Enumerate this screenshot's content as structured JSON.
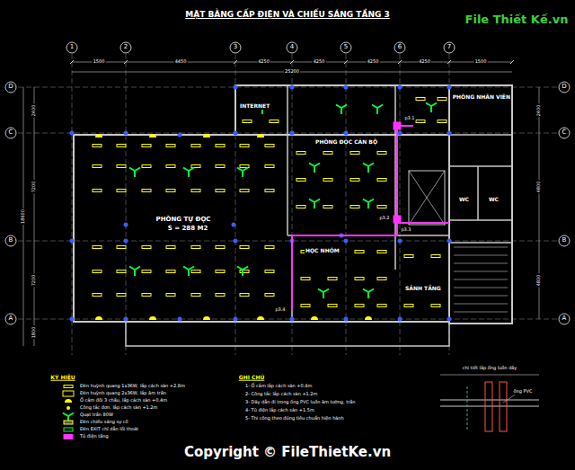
{
  "diagram": {
    "title": "MẶT BẰNG CẤP ĐIỆN VÀ CHIẾU SÁNG TẦNG 3",
    "nodes": [
      {
        "text": [
          "INTERNET"
        ]
      },
      {
        "text": [
          "PHÒNG ĐỌC CÁN BỘ"
        ]
      },
      {
        "text": [
          "PHÒNG NHÂN VIÊN"
        ]
      },
      {
        "text": [
          "PHÒNG TỰ ĐỌC",
          "S = 288 M2"
        ]
      },
      {
        "text": [
          "HỌC NHÓM"
        ]
      },
      {
        "text": [
          "SẢNH TẦNG"
        ]
      },
      {
        "text": [
          "WC"
        ]
      },
      {
        "text": [
          "WC"
        ]
      }
    ],
    "labels": [
      "1",
      "2",
      "3",
      "4",
      "5",
      "6",
      "7",
      "D",
      "C",
      "B",
      "A",
      "D",
      "C",
      "B",
      "A",
      "1500",
      "4450",
      "4250",
      "4250",
      "4250",
      "4250",
      "1500",
      "25200",
      "2400",
      "7200",
      "7200",
      "1800",
      "18600",
      "2400",
      "4800",
      "4800",
      "p3.1",
      "p3.2",
      "p3.3",
      "p3.4",
      "KÝ HIỆU",
      "GHI CHÚ",
      "1- Ổ cắm lắp cách sàn +0.4m",
      "2- Công tắc lắp cách sàn +1.2m",
      "3- Dây dẫn đi trong ống PVC luồn âm tường, trần",
      "4- Tủ điện lắp cách sàn +1.5m",
      "5- Thi công theo đúng tiêu chuẩn hiện hành",
      "chi tiết lắp ống luồn dây",
      "ống PVC",
      "Copyright © FileThietKe.vn",
      "File Thiết Kế.vn"
    ],
    "legend": [
      {
        "text": "Đèn huỳnh quang 1x36W, lắp cách sàn +2.8m"
      },
      {
        "text": "Đèn huỳnh quang 2x36W, lắp âm trần"
      },
      {
        "text": "Ổ cắm đôi 3 chấu, lắp cách sàn +0.4m"
      },
      {
        "text": "Công tắc đơn, lắp cách sàn +1.2m"
      },
      {
        "text": "Quạt trần 80W"
      },
      {
        "text": "Đèn chiếu sáng sự cố"
      },
      {
        "text": "Đèn EXIT chỉ dẫn lối thoát"
      },
      {
        "text": "Tủ điện tầng"
      }
    ]
  }
}
